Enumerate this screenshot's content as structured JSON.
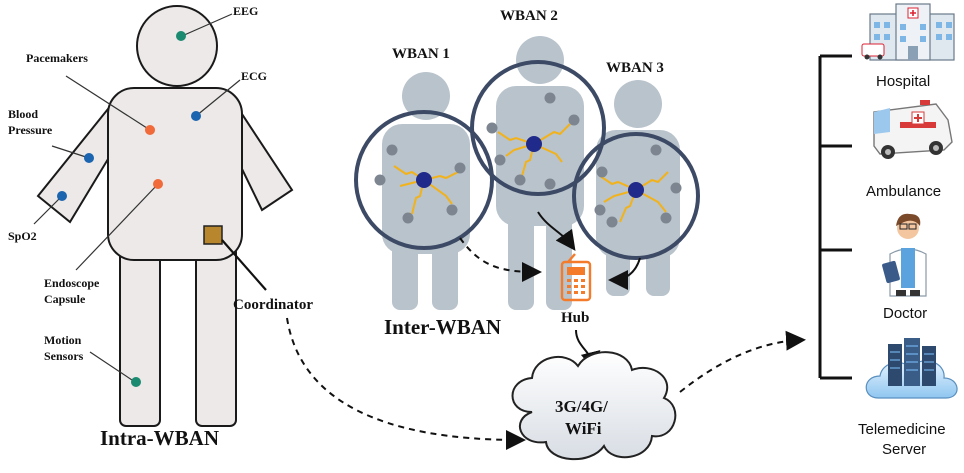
{
  "intra": {
    "title": "Intra-WBAN",
    "sensors": {
      "eeg": "EEG",
      "ecg": "ECG",
      "pacemakers": "Pacemakers",
      "blood_pressure_line1": "Blood",
      "blood_pressure_line2": "Pressure",
      "spo2": "SpO2",
      "endoscope_line1": "Endoscope",
      "endoscope_line2": "Capsule",
      "motion_line1": "Motion",
      "motion_line2": "Sensors"
    },
    "coordinator": "Coordinator"
  },
  "inter": {
    "title": "Inter-WBAN",
    "wban1": "WBAN 1",
    "wban2": "WBAN 2",
    "wban3": "WBAN 3",
    "hub": "Hub"
  },
  "network": {
    "line1": "3G/4G/",
    "line2": "WiFi"
  },
  "destinations": {
    "hospital": "Hospital",
    "ambulance": "Ambulance",
    "doctor": "Doctor",
    "server_line1": "Telemedicine",
    "server_line2": "Server"
  },
  "colors": {
    "body_fill": "#ece9e8",
    "body_stroke": "#1a1a1a",
    "teal": "#1a8a70",
    "blue": "#1a64b0",
    "orange": "#f06a3a",
    "coordinator": "#b8862c",
    "silhouette": "#b9c3cc",
    "ring": "#3d4a66",
    "node_center": "#1f2a8a",
    "node_gray": "#7d8690",
    "bolt": "#f2b21a",
    "hub_orange": "#f37b2a"
  }
}
